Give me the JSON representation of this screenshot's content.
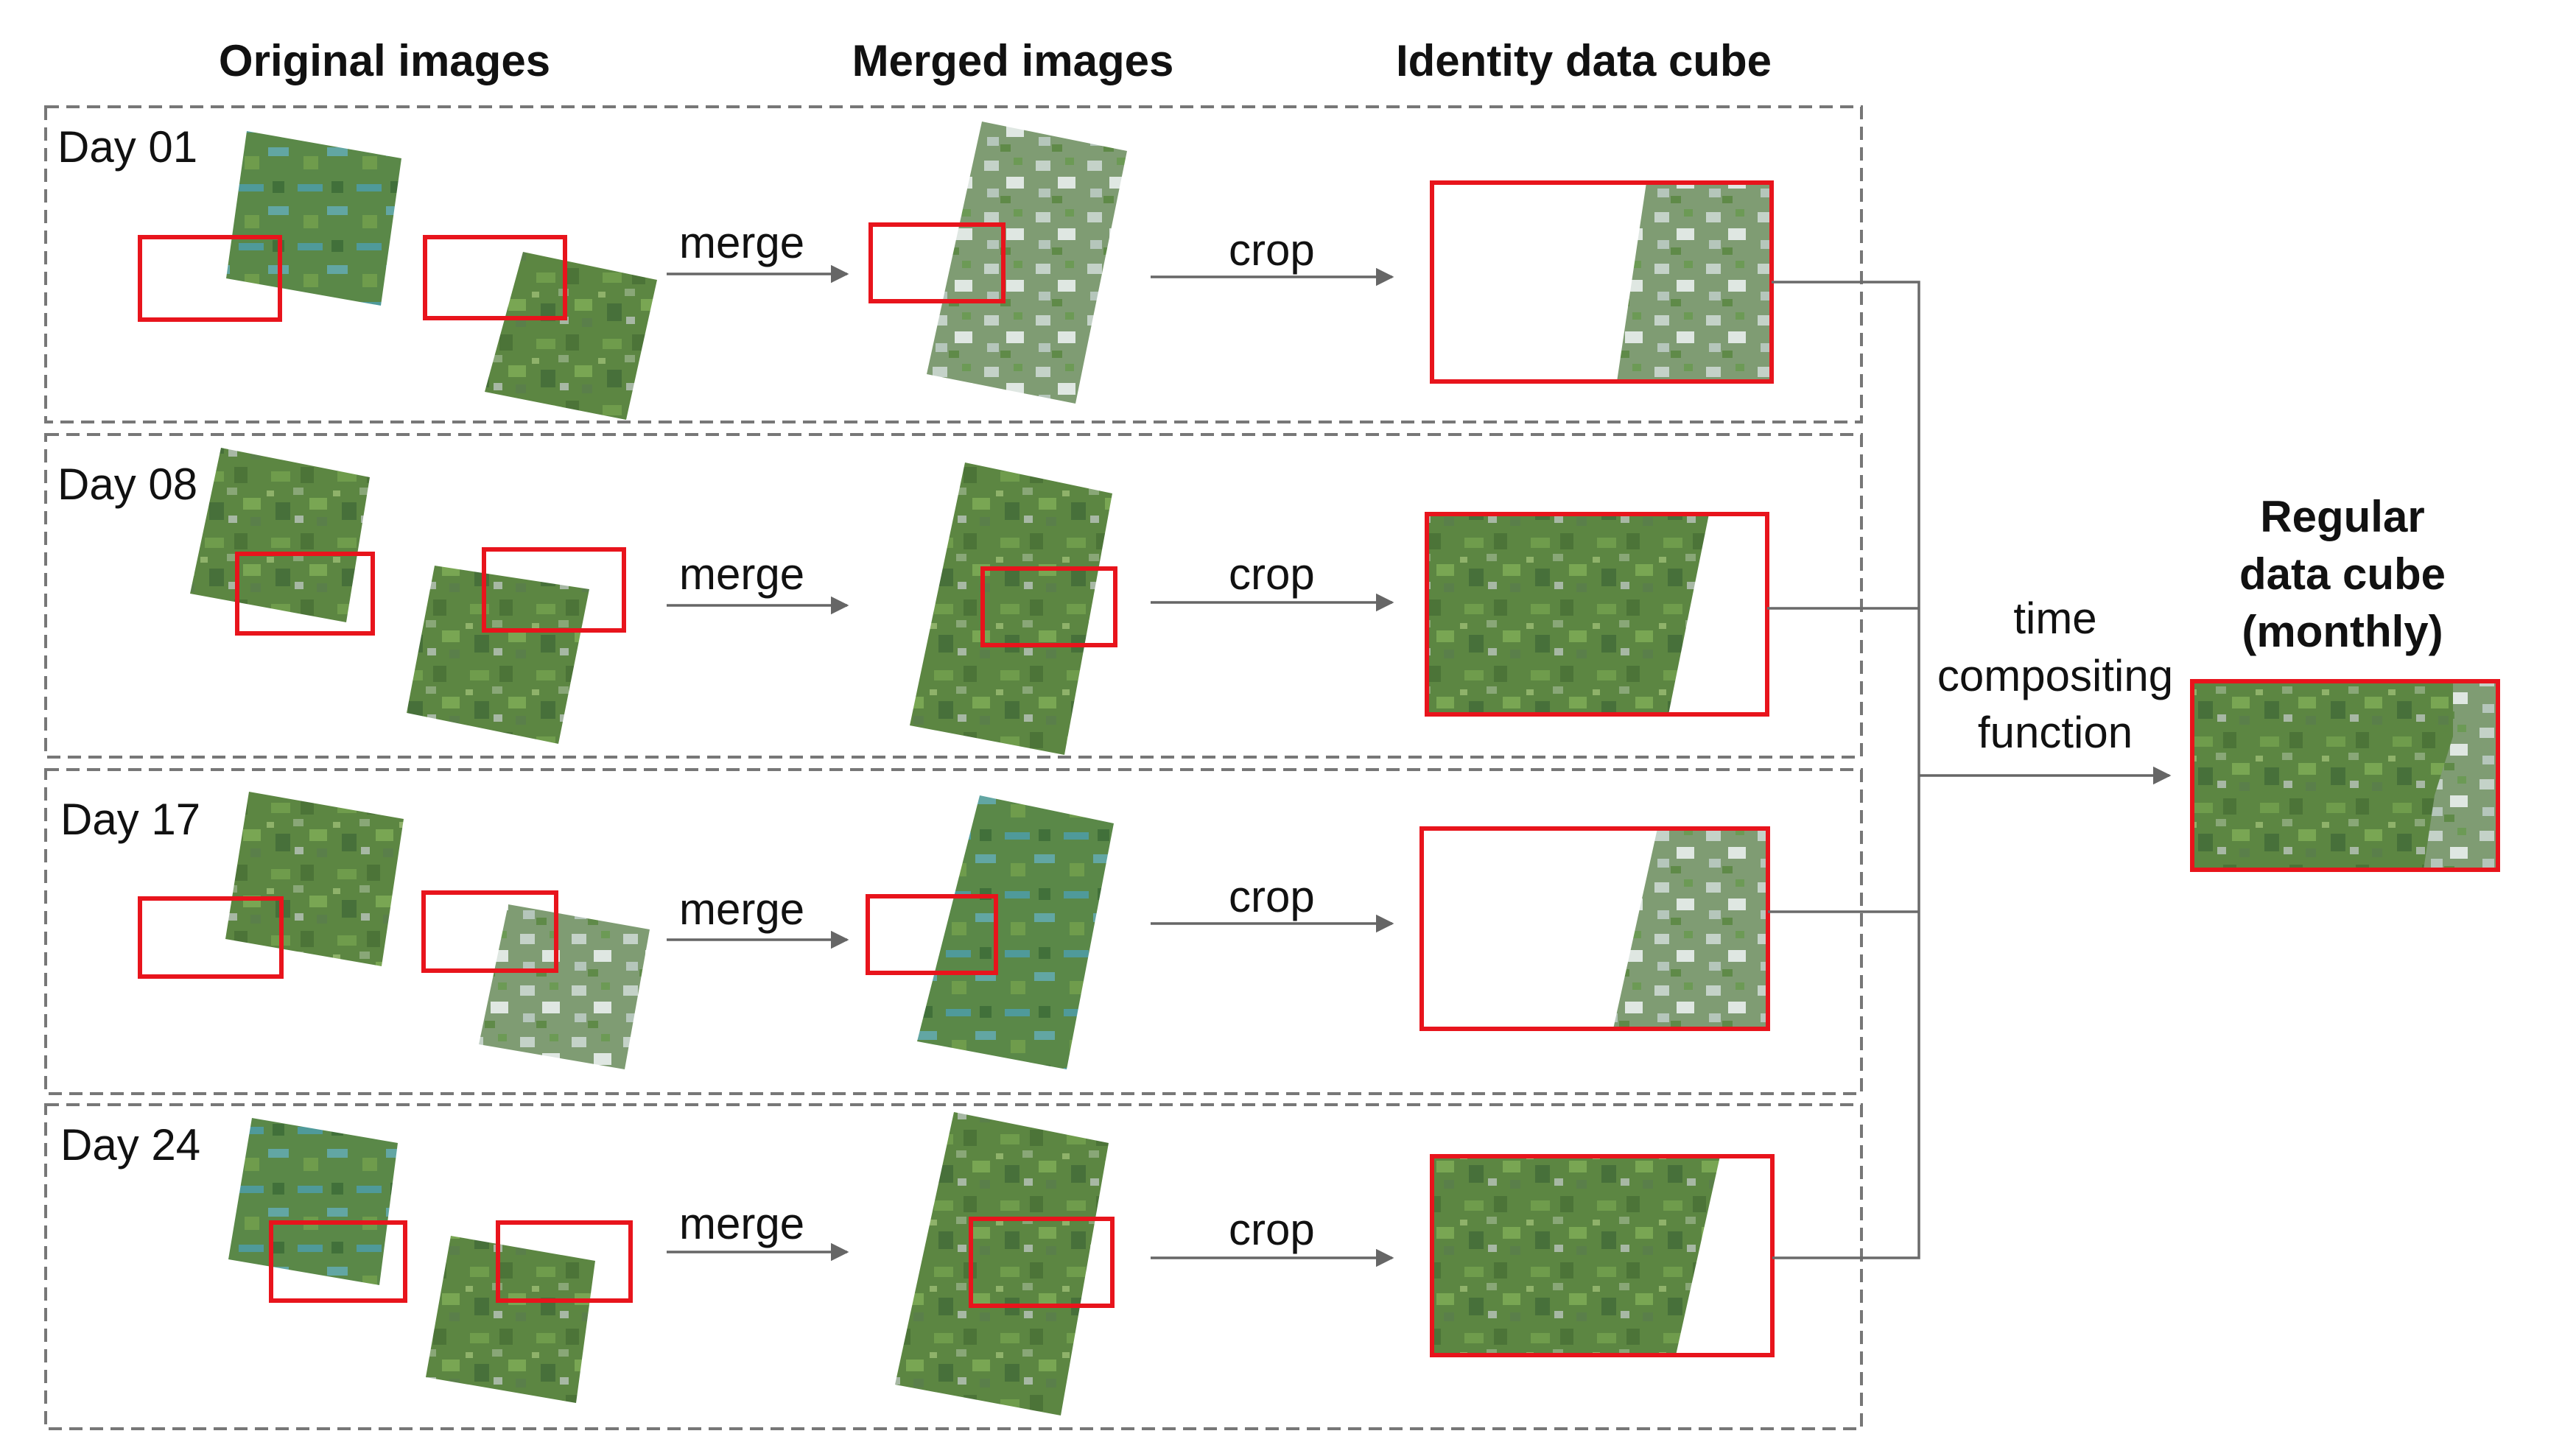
{
  "headers": {
    "original": "Original images",
    "merged": "Merged images",
    "identity": "Identity data cube"
  },
  "rows": [
    {
      "day": "Day 01",
      "merge": "merge",
      "crop": "crop"
    },
    {
      "day": "Day 08",
      "merge": "merge",
      "crop": "crop"
    },
    {
      "day": "Day 17",
      "merge": "merge",
      "crop": "crop"
    },
    {
      "day": "Day 24",
      "merge": "merge",
      "crop": "crop"
    }
  ],
  "compositing": {
    "line1": "time",
    "line2": "compositing",
    "line3": "function"
  },
  "result": {
    "line1": "Regular",
    "line2": "data cube",
    "line3": "(monthly)"
  },
  "colors": {
    "red_box": "#e8141c",
    "imagery_green": "#5f8a45",
    "imagery_dark": "#3f6a35",
    "cloud": "#c9d6cf",
    "panel_border": "#777777"
  }
}
